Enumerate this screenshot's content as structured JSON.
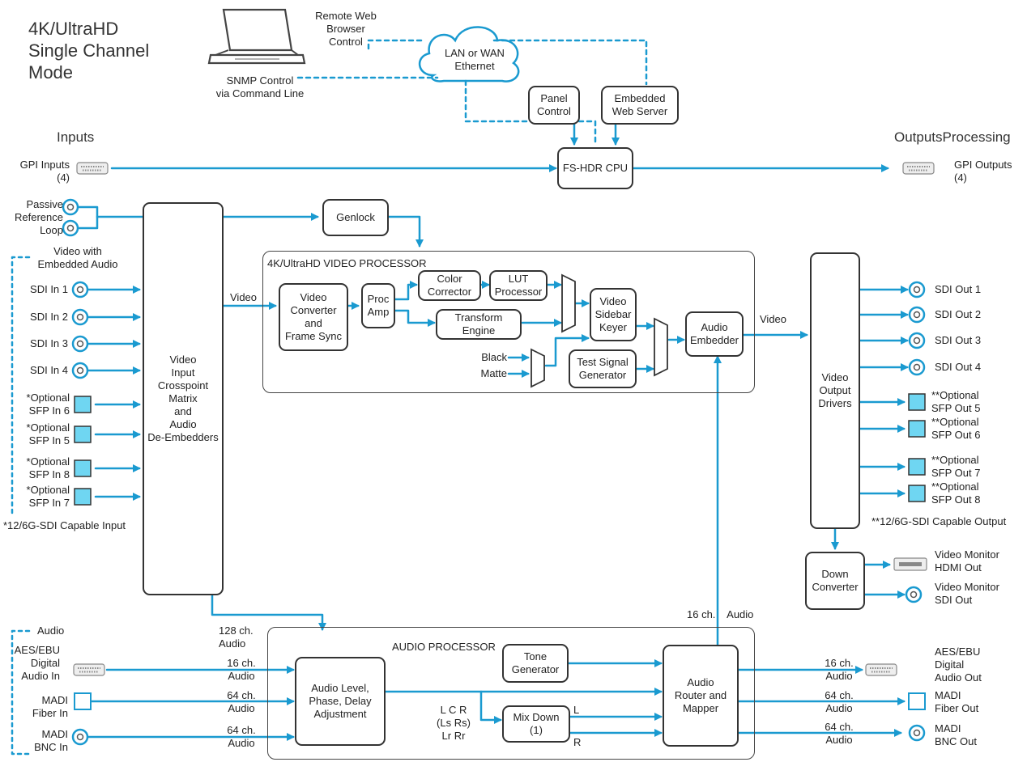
{
  "title": "4K/UltraHD\nSingle Channel\nMode",
  "headers": {
    "inputs": "Inputs",
    "outputs": "OutputsProcessing"
  },
  "top": {
    "remote": "Remote Web\nBrowser\nControl",
    "cloud": "LAN or WAN\nEthernet",
    "snmp": "SNMP Control\nvia Command Line",
    "panel": "Panel\nControl",
    "web": "Embedded\nWeb Server",
    "cpu": "FS-HDR CPU"
  },
  "gpi": {
    "in": "GPI Inputs\n(4)",
    "out": "GPI Outputs\n(4)"
  },
  "inputs": {
    "passive": "Passive\nReference\nLoop",
    "video_embedded": "Video with\nEmbedded Audio",
    "sdi": [
      "SDI In 1",
      "SDI In 2",
      "SDI In 3",
      "SDI In 4"
    ],
    "sfp": [
      "*Optional\nSFP In 6",
      "*Optional\nSFP In 5",
      "*Optional\nSFP In 8",
      "*Optional\nSFP In 7"
    ],
    "note": "*12/6G-SDI Capable Input"
  },
  "matrix": "Video\nInput\nCrosspoint\nMatrix\nand\nAudio\nDe-Embedders",
  "genlock": "Genlock",
  "video_processor": {
    "title": "4K/UltraHD VIDEO PROCESSOR",
    "converter": "Video\nConverter\nand\nFrame Sync",
    "procamp": "Proc\nAmp",
    "color": "Color\nCorrector",
    "lut": "LUT\nProcessor",
    "transform": "Transform\nEngine",
    "sidebar": "Video\nSidebar\nKeyer",
    "test": "Test Signal\nGenerator",
    "black": "Black",
    "matte": "Matte",
    "embedder": "Audio\nEmbedder"
  },
  "video_label": "Video",
  "video_out_label": "Video",
  "output_drivers": "Video\nOutput\nDrivers",
  "outputs": {
    "sdi": [
      "SDI Out 1",
      "SDI Out 2",
      "SDI Out 3",
      "SDI Out 4"
    ],
    "sfp": [
      "**Optional\nSFP Out 5",
      "**Optional\nSFP Out 6",
      "**Optional\nSFP Out 7",
      "**Optional\nSFP Out 8"
    ],
    "note": "**12/6G-SDI Capable Output"
  },
  "down_converter": "Down\nConverter",
  "monitor": {
    "hdmi": "Video Monitor\nHDMI Out",
    "sdi": "Video Monitor\nSDI Out"
  },
  "audio_label": "Audio",
  "audio_processor": {
    "title": "AUDIO PROCESSOR",
    "ch128": "128 ch.\nAudio",
    "ch16up": "16 ch.    Audio",
    "level": "Audio Level,\nPhase, Delay\nAdjustment",
    "tone": "Tone\nGenerator",
    "router": "Audio\nRouter and\nMapper",
    "mixdown": "Mix Down\n(1)",
    "lcr": "L C R\n(Ls Rs)\nLr Rr",
    "L": "L",
    "R": "R"
  },
  "audio_in": {
    "aes": "AES/EBU\nDigital\nAudio In",
    "madi_fiber": "MADI\nFiber In",
    "madi_bnc": "MADI\nBNC In",
    "ch": [
      "16 ch.\nAudio",
      "64 ch.\nAudio",
      "64 ch.\nAudio"
    ]
  },
  "audio_out": {
    "aes": "AES/EBU\nDigital\nAudio Out",
    "madi_fiber": "MADI\nFiber Out",
    "madi_bnc": "MADI\nBNC Out",
    "ch": [
      "16 ch.\nAudio",
      "64 ch.\nAudio",
      "64 ch.\nAudio"
    ]
  },
  "colors": {
    "wire": "#1a9ad0",
    "sfp_fill": "#6fd6f2",
    "box_border": "#333333"
  }
}
